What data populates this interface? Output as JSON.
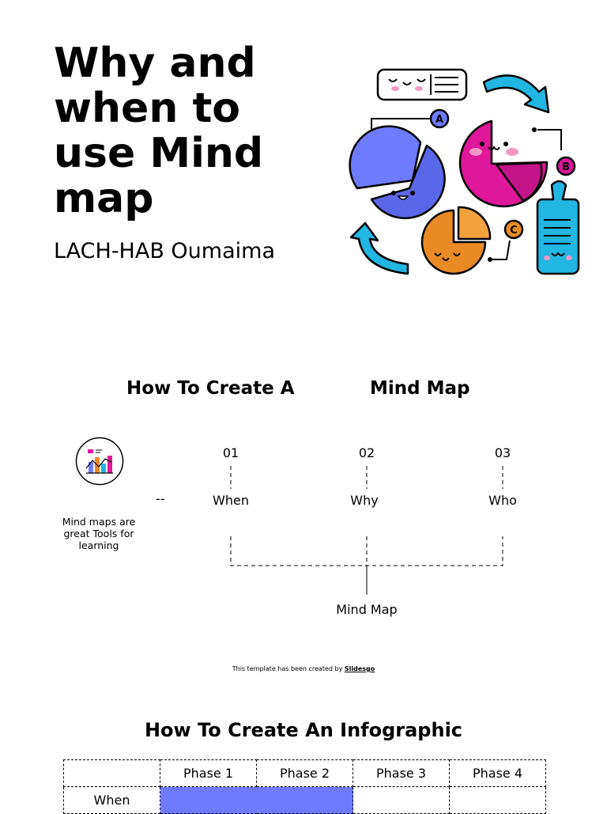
{
  "slide1": {
    "title": "Why and when to use Mind map",
    "author": "LACH-HAB Oumaima"
  },
  "slide2": {
    "heading_left": "How To Create A",
    "heading_right": "Mind Map",
    "side_text": "Mind maps are great Tools for learning",
    "dash": "--",
    "steps": [
      {
        "num": "01",
        "label": "When"
      },
      {
        "num": "02",
        "label": "Why"
      },
      {
        "num": "03",
        "label": "Who"
      }
    ],
    "bottom_label": "Mind Map",
    "credit_prefix": "This template has been created by ",
    "credit_brand": "Slidesgo"
  },
  "slide3": {
    "heading": "How To Create An Infographic",
    "columns": [
      "",
      "Phase 1",
      "Phase 2",
      "Phase 3",
      "Phase 4"
    ],
    "rows": [
      {
        "label": "When",
        "bar_from_phase": 1,
        "bar_to_phase": 2
      }
    ]
  },
  "colors": {
    "blue": "#6f7bff",
    "magenta": "#e0169b",
    "orange": "#e98a24",
    "cyan": "#22b6e3"
  },
  "illustration_icons": [
    "speech-bubble-icon",
    "pie-chart-icon",
    "arrow-icon",
    "bottle-icon"
  ],
  "icons": [
    "chart-icon"
  ]
}
